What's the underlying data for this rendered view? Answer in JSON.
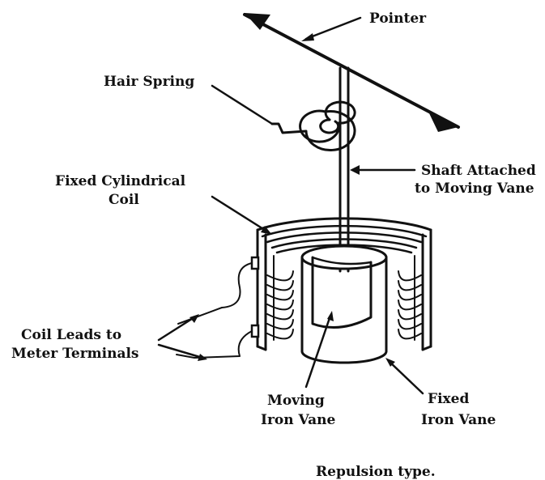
{
  "diagram": {
    "caption": "Repulsion type.",
    "colors": {
      "ink": "#111111",
      "background": "#ffffff"
    },
    "labels": {
      "pointer": "Pointer",
      "hair_spring": "Hair Spring",
      "fixed_coil_line1": "Fixed Cylindrical",
      "fixed_coil_line2": "Coil",
      "shaft_line1": "Shaft Attached",
      "shaft_line2": "to Moving Vane",
      "coil_leads_line1": "Coil Leads to",
      "coil_leads_line2": "Meter Terminals",
      "moving_vane_line1": "Moving",
      "moving_vane_line2": "Iron Vane",
      "fixed_vane_line1": "Fixed",
      "fixed_vane_line2": "Iron Vane"
    }
  }
}
